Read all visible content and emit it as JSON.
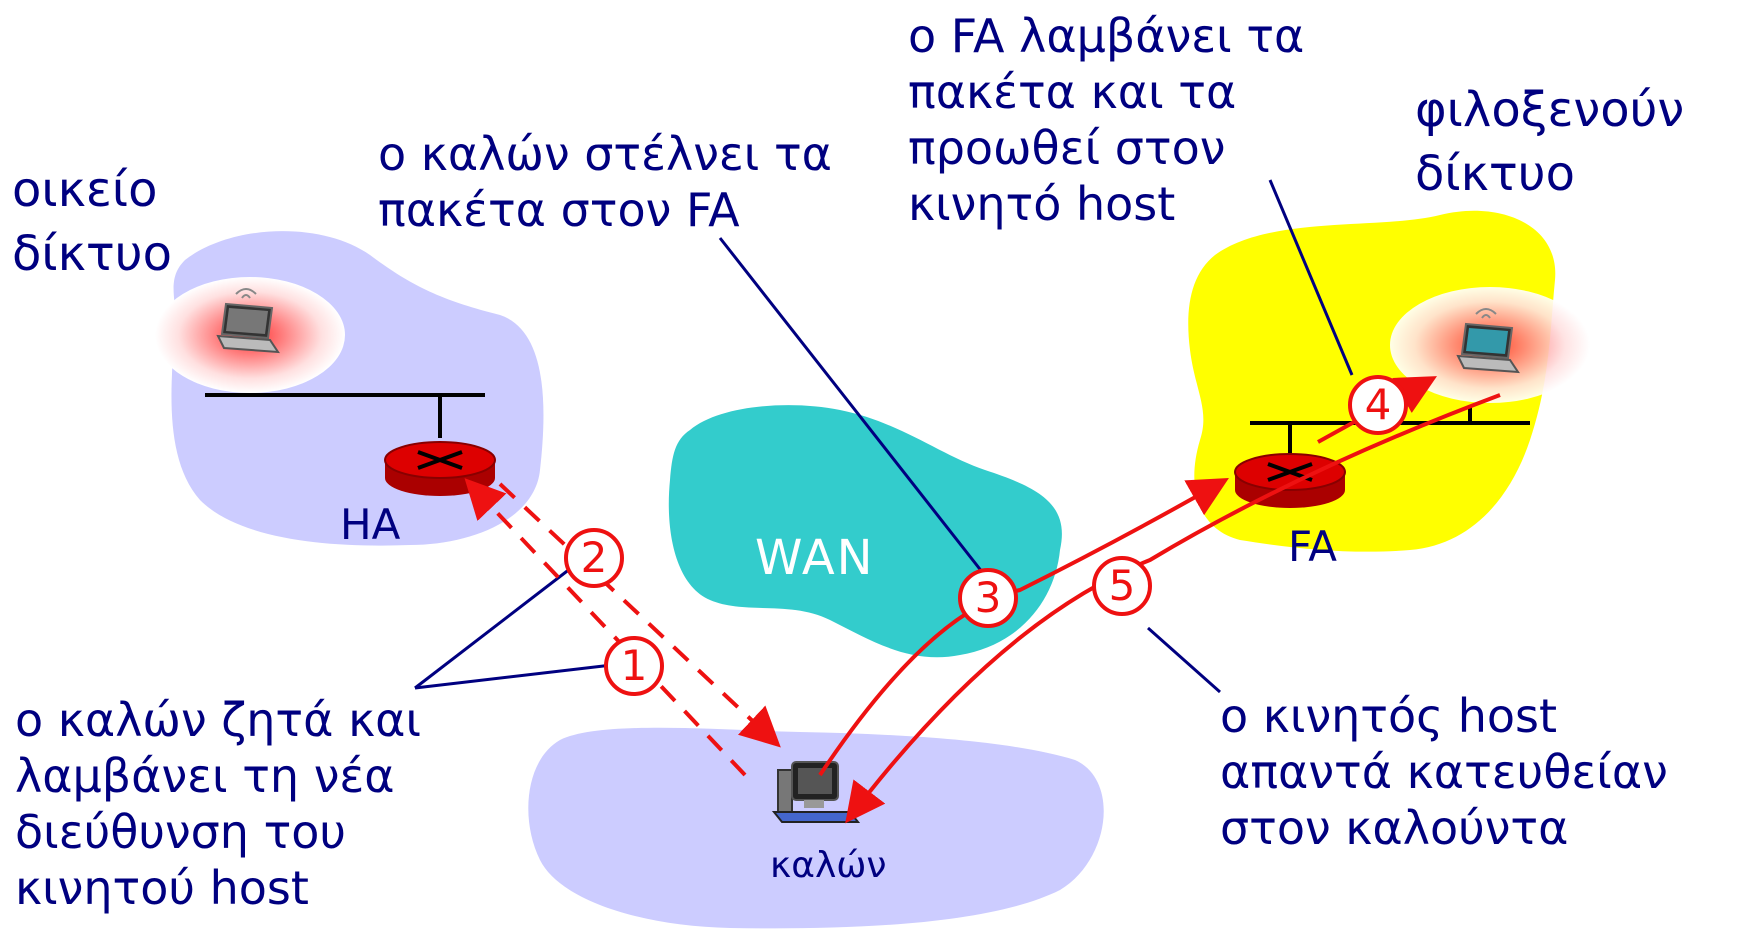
{
  "labels": {
    "home_network": [
      "οικείο",
      "δίκτυο"
    ],
    "visited_network": [
      "φιλοξενούν",
      "δίκτυο"
    ],
    "wan": "WAN",
    "ha": "HA",
    "fa": "FA",
    "caller": "καλών"
  },
  "steps": [
    "1",
    "2",
    "3",
    "4",
    "5"
  ],
  "annotations": {
    "caller_sends": [
      "ο καλών στέλνει τα",
      "πακέτα στον FA"
    ],
    "fa_receives": [
      "ο FA λαμβάνει τα",
      "πακέτα και τα",
      "προωθεί στον",
      "κινητό host"
    ],
    "caller_requests": [
      "ο καλών ζητά και",
      "λαμβάνει τη νέα",
      "διεύθυνση του",
      "κινητού host"
    ],
    "mobile_replies": [
      "ο κινητός host",
      "απαντά κατευθείαν",
      "στον καλούντα"
    ]
  },
  "colors": {
    "home_network": "#ccccff",
    "visited_network": "#ffff00",
    "wan": "#33cccc",
    "router": "#dd0000",
    "arrow": "#ee1111",
    "text": "#000080"
  },
  "icons": [
    "laptop-icon",
    "router-icon",
    "desktop-computer-icon"
  ]
}
